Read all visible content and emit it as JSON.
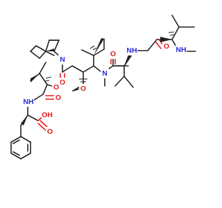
{
  "structure": {
    "labels": {
      "n_methyl_amine": "NH",
      "valine_amide_nh": "NH",
      "tertiary_amine_n": "N",
      "pyrrolidine_n": "N",
      "phe_amide_nh": "NH",
      "acid_oh": "OH",
      "amide_o_terminal": "O",
      "amide_o_valine": "O",
      "ketone_o_chain": "O",
      "methoxy_o_upper": "O",
      "methoxy_o_right": "O",
      "amide_o_lower": "O",
      "acid_o": "O"
    },
    "colors": {
      "bond": "#222222",
      "oxygen": "#e31a1a",
      "nitrogen": "#2b2bd6",
      "background": "#ffffff"
    }
  }
}
